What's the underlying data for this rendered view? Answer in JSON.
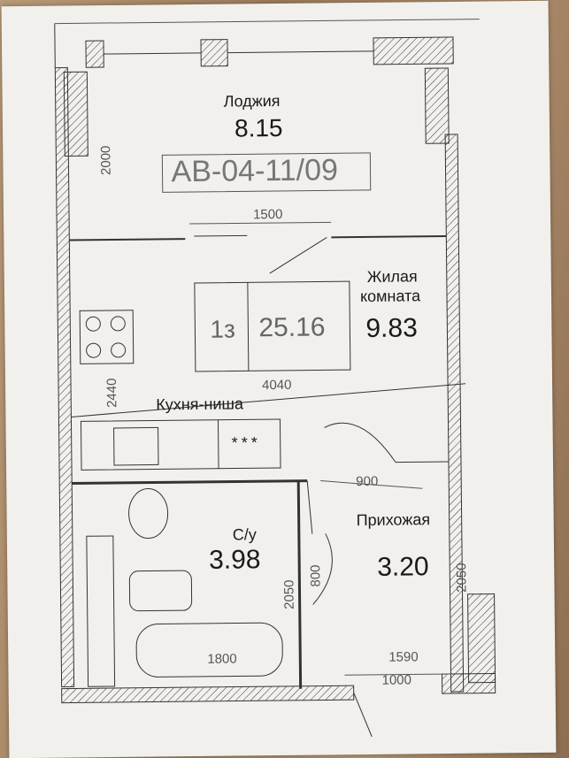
{
  "rooms": {
    "loggia": {
      "name": "Лоджия",
      "area": "8.15"
    },
    "apartment_code": "АВ-04-11/09",
    "living": {
      "name_line1": "Жилая",
      "name_line2": "комната",
      "area": "9.83"
    },
    "apt_label": {
      "rooms": "1з",
      "total": "25.16"
    },
    "kitchen": {
      "name": "Кухня-ниша"
    },
    "bathroom": {
      "name": "С/у",
      "area": "3.98"
    },
    "hall": {
      "name": "Прихожая",
      "area": "3.20"
    }
  },
  "dimensions": {
    "d2000": "2000",
    "d1500": "1500",
    "d2440": "2440",
    "d4040": "4040",
    "d900": "900",
    "d800": "800",
    "d2050_left": "2050",
    "d2050_right": "2050",
    "d1800": "1800",
    "d1590": "1590",
    "d1000": "1000"
  },
  "stove_symbol": "***",
  "colors": {
    "paper": "#f1f0ec",
    "ink": "#1a1a1a",
    "hatch": "#333333"
  }
}
